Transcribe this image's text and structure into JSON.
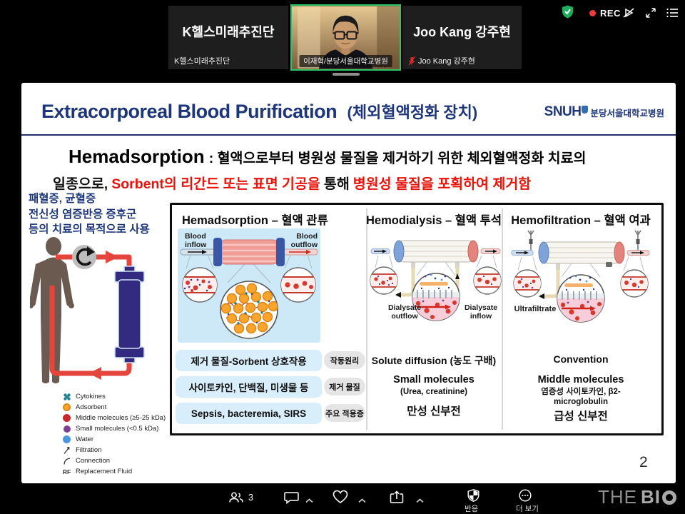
{
  "meeting": {
    "tiles": [
      {
        "name": "K헬스미래추진단",
        "label": "K헬스미래추진단"
      },
      {
        "label": "이재혁/분당서울대학교병원"
      },
      {
        "name": "Joo Kang 강주현",
        "label": "Joo Kang 강주현"
      }
    ],
    "rec": "REC"
  },
  "slide": {
    "title": "Extracorporeal Blood Purification",
    "title_suffix": "(체외혈액정화 장치)",
    "logo_snuh": "SNUH",
    "logo_hospital": "분당서울대학교병원",
    "intro": {
      "term": "Hemadsorption",
      "line1": ": 혈액으로부터 병원성 물질을 제거하기 위한 체외혈액정화 치료의",
      "l2_black": "일종으로,",
      "l2_red1": "Sorbent의 리간드 또는 표면 기공을",
      "l2_mid": "통해",
      "l2_red2": "병원성 물질을 포획하여 제거함"
    },
    "indications": [
      "패혈증, 균혈증",
      "전신성 염증반응 증후군",
      "등의 치료의 목적으로 사용"
    ],
    "columns": [
      {
        "header": "Hemadsorption – 혈액 관류",
        "inflow": "Blood inflow",
        "outflow": "Blood outflow",
        "rows": [
          "제거 물질-Sorbent 상호작용",
          "사이토카인, 단백질, 미생물 등",
          "Sepsis, bacteremia, SIRS"
        ]
      },
      {
        "header": "Hemodialysis – 혈액 투석",
        "outflow": "Dialysate outflow",
        "inflow": "Dialysate inflow",
        "principle": "Solute diffusion (농도 구배)",
        "molecules": "Small molecules",
        "molecules_sub": "(Urea, creatinine)",
        "indication": "만성 신부전"
      },
      {
        "header": "Hemofiltration – 혈액 여과",
        "filtrate": "Ultrafiltrate",
        "principle": "Convention",
        "molecules": "Middle molecules",
        "molecules_sub": "염증성 사이토카인, β2-microglobulin",
        "indication": "급성 신부전"
      }
    ],
    "row_tags": [
      "작동원리",
      "제거 물질",
      "주요 적용증"
    ],
    "legend": [
      {
        "label": "Cytokines"
      },
      {
        "label": "Adsorbent"
      },
      {
        "label": "Middle molecules (≥5-25 kDa)"
      },
      {
        "label": "Small molecules (<0.5 kDa)"
      },
      {
        "label": "Water"
      },
      {
        "label": "Filtration"
      },
      {
        "label": "Connection"
      },
      {
        "prefix": "RF",
        "label": "Replacement Fluid"
      }
    ],
    "page_number": "2"
  },
  "toolbar": {
    "participants_count": "3",
    "reactions_label": "반응",
    "more_label": "더 보기",
    "brand_the": "THE",
    "brand_bi": "BI",
    "brand_o": "O"
  },
  "colors": {
    "active_speaker_border": "#2bc765",
    "rec_red": "#f23b3b",
    "slide_navy": "#1d3679",
    "highlight_red": "#e8130a",
    "panel_blue": "#cde9f7"
  }
}
